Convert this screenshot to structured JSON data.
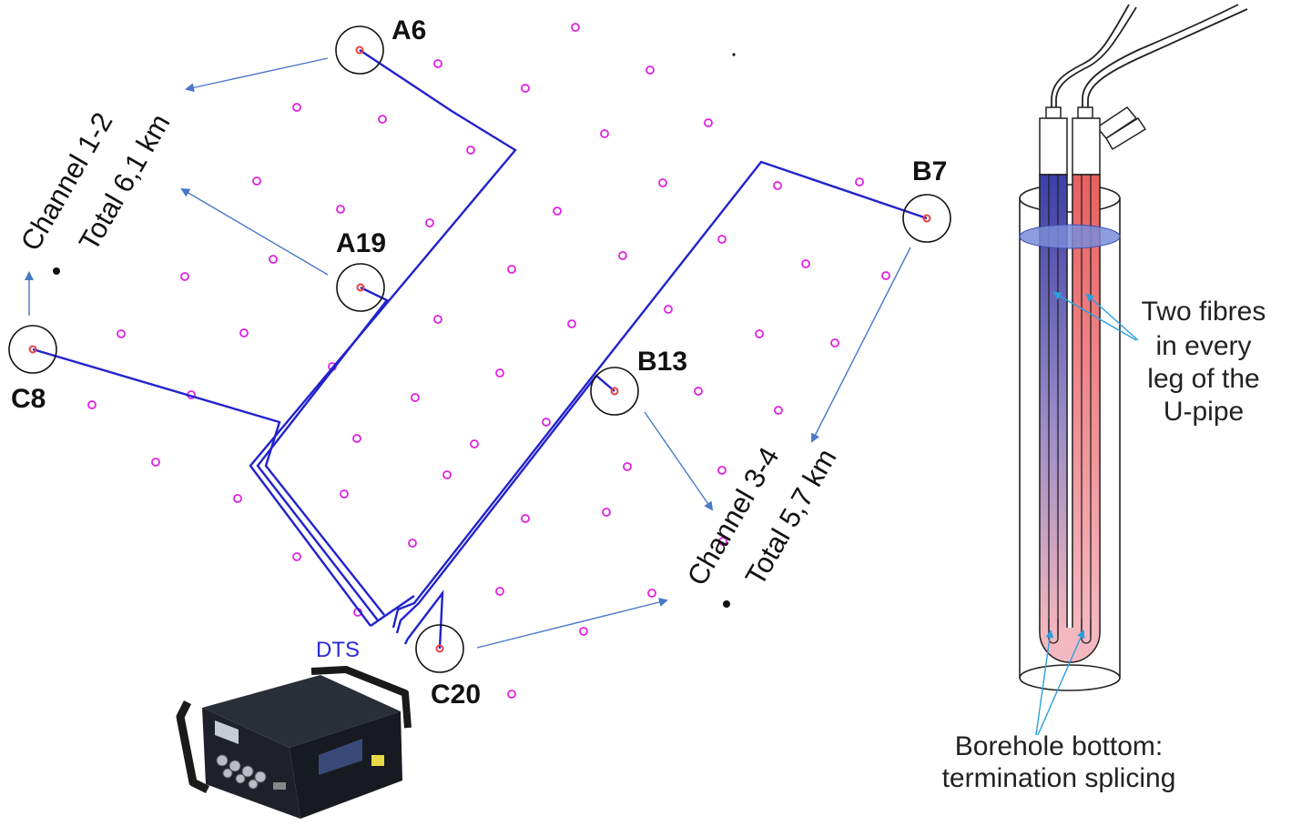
{
  "boreholes": [
    {
      "id": "A6",
      "label": "A6"
    },
    {
      "id": "A19",
      "label": "A19"
    },
    {
      "id": "C8",
      "label": "C8"
    },
    {
      "id": "B7",
      "label": "B7"
    },
    {
      "id": "B13",
      "label": "B13"
    },
    {
      "id": "C20",
      "label": "C20"
    }
  ],
  "channels": [
    {
      "line1": "Channel 1-2",
      "line2": "Total 6,1 km"
    },
    {
      "line1": "Channel 3-4",
      "line2": "Total 5,7 km"
    }
  ],
  "dts_label": "DTS",
  "upipe": {
    "fibres_note": [
      "Two fibres",
      "in every",
      "leg of the",
      "U-pipe"
    ],
    "bottom_note": [
      "Borehole bottom:",
      "termination splicing"
    ]
  },
  "colors": {
    "cable": "#2222cc",
    "arrow": "#4a78c8",
    "borehole_marker": "#e020e0",
    "borehole_center": "#e84040",
    "fibre_blue": "#3b3fa8",
    "fibre_red": "#e86060",
    "callout": "#2aa0e0"
  }
}
